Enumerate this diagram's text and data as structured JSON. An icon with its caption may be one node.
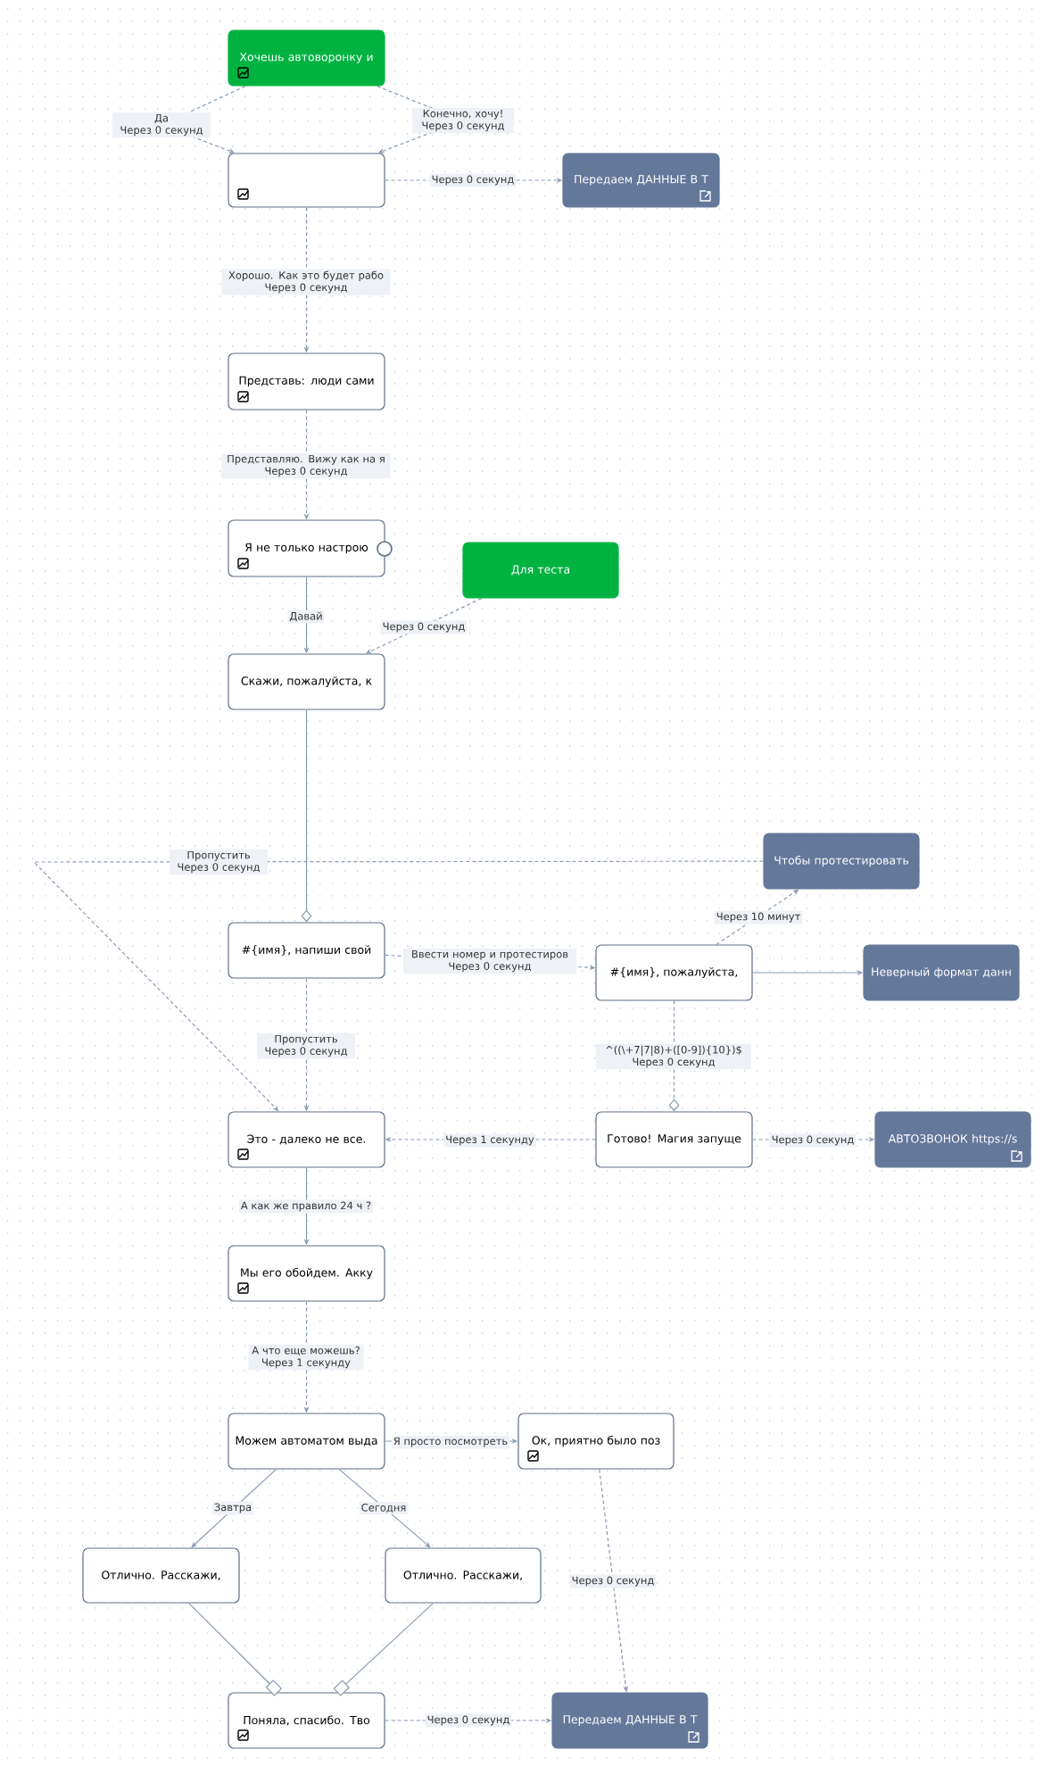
{
  "diagram": {
    "nodes": [
      {
        "text": [
          "Хочешь автоворонку и"
        ]
      },
      {
        "text": [],
        "shape": "box"
      },
      {
        "text": [
          "Передаем ДАННЫЕ В Т"
        ]
      },
      {
        "text": [
          "Представь: люди сами"
        ]
      },
      {
        "text": [
          "Я не только настрою"
        ]
      },
      {
        "text": [
          "Для теста"
        ]
      },
      {
        "text": [
          "Скажи, пожалуйста, к"
        ]
      },
      {
        "text": [
          "Чтобы протестировать"
        ]
      },
      {
        "text": [
          "#{имя}, напиши свой"
        ]
      },
      {
        "text": [
          "#{имя}, пожалуйста,"
        ]
      },
      {
        "text": [
          "Неверный формат данн"
        ]
      },
      {
        "text": [
          "Это - далеко не все."
        ]
      },
      {
        "text": [
          "Готово! Магия запуще"
        ]
      },
      {
        "text": [
          "АВТОЗВОНОК https://s"
        ]
      },
      {
        "text": [
          "Мы его обойдем. Акку"
        ]
      },
      {
        "text": [
          "Можем автоматом выда"
        ]
      },
      {
        "text": [
          "Ок, приятно было поз"
        ]
      },
      {
        "text": [
          "Отлично.   Расскажи,"
        ]
      },
      {
        "text": [
          "Отлично.   Расскажи,"
        ]
      },
      {
        "text": [
          "Поняла, спасибо. Тво"
        ]
      },
      {
        "text": [
          "Передаем ДАННЫЕ В Т"
        ]
      }
    ],
    "edges": [
      {
        "from": 0,
        "to": 1,
        "arrow": "to",
        "style": "dashed",
        "label": "Да Через 0 секунд"
      },
      {
        "from": 0,
        "to": 1,
        "arrow": "to",
        "style": "dashed",
        "label": "Конечно, хочу! Через 0 секунд"
      },
      {
        "from": 1,
        "to": 2,
        "arrow": "to",
        "style": "dashed",
        "label": "Через 0 секунд"
      },
      {
        "from": 1,
        "to": 3,
        "arrow": "to",
        "style": "dashed",
        "label": "Хорошо. Как это будет рабо Через 0 секунд"
      },
      {
        "from": 3,
        "to": 4,
        "arrow": "to",
        "style": "dashed",
        "label": "Представляю. Вижу как на я Через 0 секунд"
      },
      {
        "from": 4,
        "to": 6,
        "arrow": "to",
        "label": "Давай"
      },
      {
        "from": 5,
        "to": 6,
        "arrow": "to",
        "style": "dashed",
        "label": "Через 0 секунд"
      },
      {
        "from": 6,
        "to": 8,
        "arrow": "other"
      },
      {
        "from": 7,
        "to": 11,
        "arrow": "to",
        "style": "dashed",
        "label": "Пропустить Через 0 секунд"
      },
      {
        "from": 8,
        "to": 9,
        "arrow": "to",
        "style": "dashed",
        "label": "Ввести номер и протестиров Через 0 секунд"
      },
      {
        "from": 9,
        "to": 7,
        "arrow": "to",
        "style": "dashed",
        "label": "Через 10 минут"
      },
      {
        "from": 9,
        "to": 10,
        "arrow": "to"
      },
      {
        "from": 8,
        "to": 11,
        "arrow": "to",
        "style": "dashed",
        "label": "Пропустить Через 0 секунд"
      },
      {
        "from": 9,
        "to": 12,
        "arrow": "other",
        "style": "dashed",
        "label": "^((\\+7|7|8)+([0-9]){10})$ Через 0 секунд"
      },
      {
        "from": 12,
        "to": 11,
        "arrow": "to",
        "style": "dashed",
        "label": "Через 1 секунду"
      },
      {
        "from": 12,
        "to": 13,
        "arrow": "to",
        "style": "dashed",
        "label": "Через 0 секунд"
      },
      {
        "from": 11,
        "to": 14,
        "arrow": "to",
        "label": "А как же правило 24 ч ?"
      },
      {
        "from": 14,
        "to": 15,
        "arrow": "to",
        "style": "dashed",
        "label": "А что еще можешь? Через 1 секунду"
      },
      {
        "from": 15,
        "to": 16,
        "arrow": "to",
        "label": "Я просто посмотреть"
      },
      {
        "from": 15,
        "to": 17,
        "arrow": "to",
        "label": "Завтра"
      },
      {
        "from": 15,
        "to": 18,
        "arrow": "to",
        "label": "Сегодня"
      },
      {
        "from": 16,
        "to": 20,
        "arrow": "to",
        "style": "dashed",
        "label": "Через 0 секунд"
      },
      {
        "from": 17,
        "to": 19,
        "arrow": "other"
      },
      {
        "from": 18,
        "to": 19,
        "arrow": "other"
      },
      {
        "from": 19,
        "to": 20,
        "arrow": "to",
        "style": "dashed",
        "label": "Через 0 секунд"
      }
    ]
  }
}
